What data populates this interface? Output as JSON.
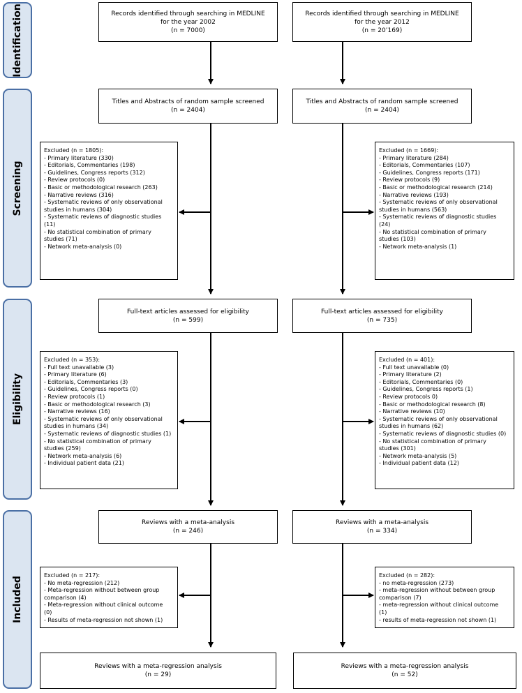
{
  "phases": {
    "identification": "Identification",
    "screening": "Screening",
    "eligibility": "Eligibility",
    "included": "Included"
  },
  "left": {
    "records": [
      "Records identified through searching in MEDLINE",
      "for the year 2002",
      "(n = 7000)"
    ],
    "screened": [
      "Titles and Abstracts of random sample screened",
      "(n = 2404)"
    ],
    "excluded1": [
      "Excluded (n = 1805):",
      "- Primary literature (330)",
      "- Editorials, Commentaries (198)",
      "- Guidelines, Congress reports (312)",
      "- Review protocols (0)",
      "- Basic or methodological research (263)",
      "- Narrative reviews (316)",
      "- Systematic reviews of only observational",
      "studies in humans (304)",
      "- Systematic reviews of diagnostic studies",
      "(11)",
      "-  No statistical combination of primary",
      "studies (71)",
      "- Network meta-analysis (0)"
    ],
    "fulltext": [
      "Full-text articles assessed for eligibility",
      "(n = 599)"
    ],
    "excluded2": [
      "Excluded (n = 353):",
      "- Full text unavailable (3)",
      "- Primary literature (6)",
      "- Editorials, Commentaries (3)",
      "- Guidelines, Congress reports (0)",
      "- Review protocols (1)",
      "- Basic or methodological research (3)",
      "- Narrative reviews (16)",
      "- Systematic reviews of only observational",
      "studies in humans (34)",
      "- Systematic reviews of diagnostic studies (1)",
      "-  No statistical combination of primary",
      "studies (259)",
      "- Network meta-analysis (6)",
      "- Individual patient data (21)"
    ],
    "meta": [
      "Reviews with a meta-analysis",
      "(n = 246)"
    ],
    "excluded3": [
      "Excluded (n = 217):",
      "- No meta-regression (212)",
      "- Meta-regression without between group",
      "comparison (4)",
      "- Meta-regression without clinical outcome",
      "(0)",
      "- Results of meta-regression not shown (1)"
    ],
    "regression": [
      "Reviews with a meta-regression analysis",
      "(n = 29)"
    ]
  },
  "right": {
    "records": [
      "Records identified through searching in MEDLINE",
      "for the year 2012",
      "(n = 20’169)"
    ],
    "screened": [
      "Titles and Abstracts of random sample screened",
      "(n = 2404)"
    ],
    "excluded1": [
      "Excluded (n = 1669):",
      "- Primary literature (284)",
      "- Editorials, Commentaries (107)",
      "- Guidelines, Congress reports (171)",
      "- Review protocols (9)",
      "- Basic or methodological research (214)",
      "- Narrative reviews (193)",
      "- Systematic reviews of only observational",
      "studies in humans (563)",
      "- Systematic reviews of diagnostic studies",
      "(24)",
      "-  No statistical combination of primary",
      "studies (103)",
      "- Network meta-analysis (1)"
    ],
    "fulltext": [
      "Full-text articles assessed for eligibility",
      "(n = 735)"
    ],
    "excluded2": [
      "Excluded (n = 401):",
      "- Full text unavailable (0)",
      "- Primary literature (2)",
      "- Editorials, Commentaries (0)",
      "- Guidelines, Congress reports (1)",
      "- Review protocols 0)",
      "- Basic or methodological research (8)",
      "- Narrative reviews (10)",
      "- Systematic reviews of only observational",
      "studies in humans (62)",
      "- Systematic reviews of diagnostic studies (0)",
      "-  No statistical combination of primary",
      "studies (301)",
      "- Network meta-analysis (5)",
      "- Individual patient data (12)"
    ],
    "meta": [
      "Reviews with a meta-analysis",
      "(n = 334)"
    ],
    "excluded3": [
      "Excluded (n = 282):",
      "- no meta-regression (273)",
      "- meta-regression without between group",
      "comparison (7)",
      "- meta-regression without clinical outcome",
      "(1)",
      "- results of meta-regression not shown (1)"
    ],
    "regression": [
      "Reviews with a meta-regression analysis",
      "(n = 52)"
    ]
  }
}
